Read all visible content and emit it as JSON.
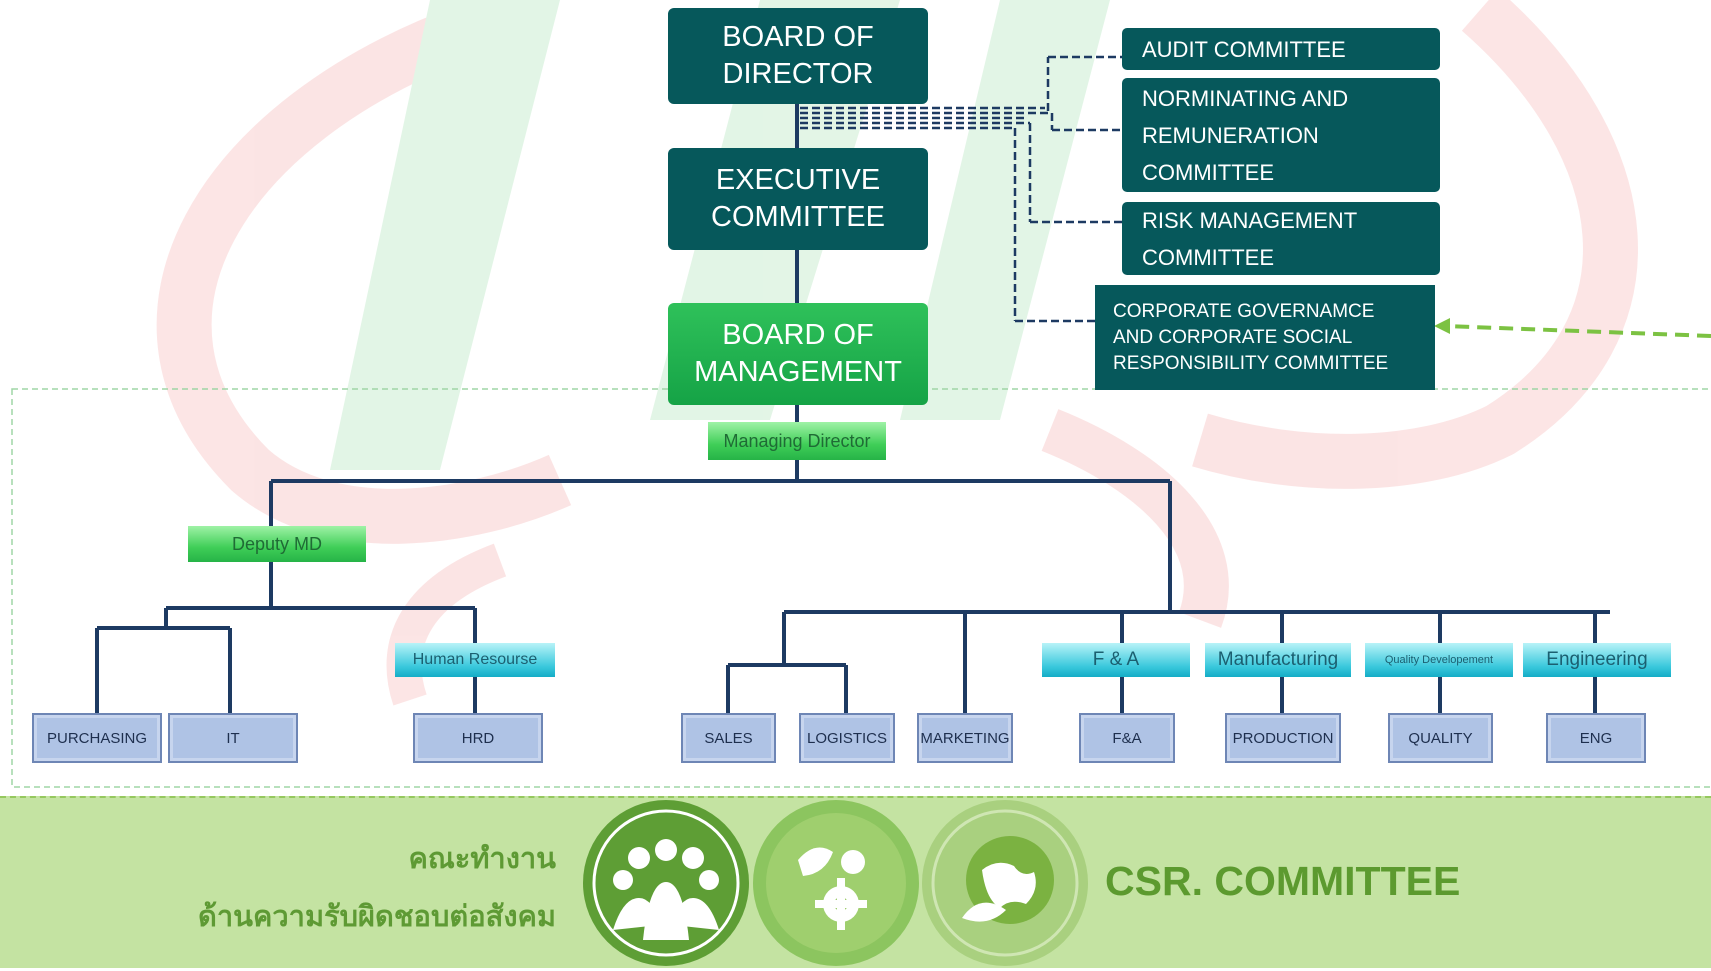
{
  "board_of_director": "BOARD OF\nDIRECTOR",
  "executive_committee": "EXECUTIVE\nCOMMITTEE",
  "board_of_management": "BOARD OF\nMANAGEMENT",
  "managing_director": "Managing Director",
  "committees": {
    "audit": "AUDIT COMMITTEE",
    "nominating": "NORMINATING  AND\nREMUNERATION\nCOMMITTEE",
    "risk": "RISK MANAGEMENT\nCOMMITTEE",
    "governance": "CORPORATE GOVERNAMCE\nAND CORPORATE SOCIAL\nRESPONSIBILITY COMMITTEE"
  },
  "deputy_md": "Deputy MD",
  "divisions": {
    "human_resource": "Human Resourse",
    "fa": "F & A",
    "manufacturing": "Manufacturing",
    "quality": "Quality Developement",
    "engineering": "Engineering"
  },
  "departments": {
    "purchasing": "PURCHASING",
    "it": "IT",
    "hrd": "HRD",
    "sales": "SALES",
    "logistics": "LOGISTICS",
    "marketing": "MARKETING",
    "fa": "F&A",
    "production": "PRODUCTION",
    "quality": "QUALITY",
    "eng": "ENG"
  },
  "csr": {
    "thai_line1": "คณะทำงาน",
    "thai_line2": "ด้านความรับผิดชอบต่อสังคม",
    "title": "CSR. COMMITTEE",
    "icons": [
      "people-icon",
      "leaf-gear-icon",
      "globe-leaf-icon"
    ]
  },
  "colors": {
    "dark_teal": "#06585b",
    "bright_green": "#1aa84b",
    "band_green": "#c4e3a2",
    "csr_text": "#5c9a2f"
  }
}
